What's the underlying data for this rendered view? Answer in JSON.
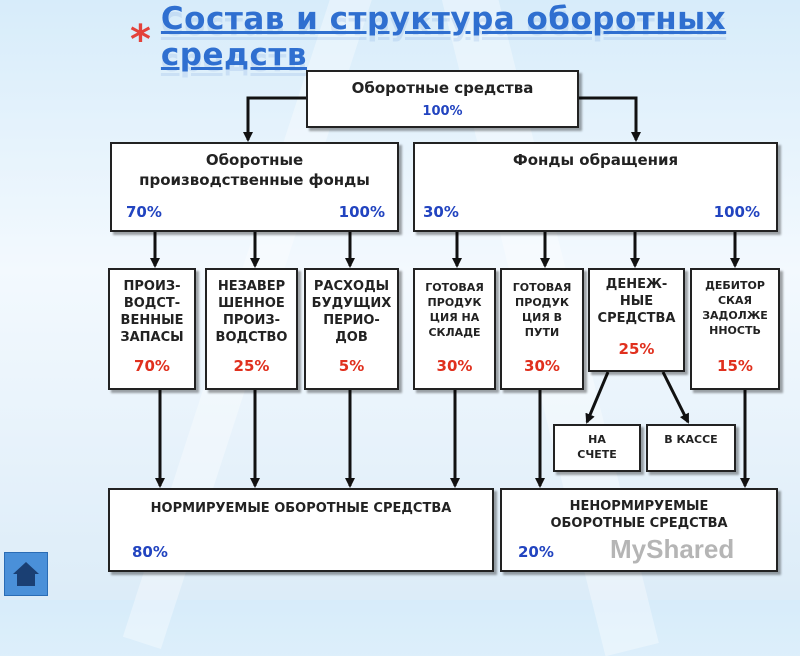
{
  "slide": {
    "title": "Состав и структура оборотных средств",
    "title_marker": "*"
  },
  "colors": {
    "title": "#2f6fd0",
    "percent_blue": "#2244c0",
    "percent_red": "#e0301e",
    "marker": "#e3423a"
  },
  "nodes": {
    "root": {
      "label": "Оборотные средства",
      "percent": "100%"
    },
    "production_funds": {
      "label_line1": "Оборотные",
      "label_line2": "производственные фонды",
      "share": "70%",
      "percent": "100%"
    },
    "circulation_funds": {
      "label": "Фонды обращения",
      "share": "30%",
      "percent": "100%"
    },
    "inventories": {
      "lines": [
        "ПРОИЗ-",
        "ВОДСТ-",
        "ВЕННЫЕ",
        "ЗАПАСЫ"
      ],
      "percent": "70%"
    },
    "wip": {
      "lines": [
        "НЕЗАВЕР",
        "ШЕННОЕ",
        "ПРОИЗ-",
        "ВОДСТВО"
      ],
      "percent": "25%"
    },
    "deferred": {
      "lines": [
        "РАСХОДЫ",
        "БУДУЩИХ",
        "ПЕРИО-",
        "ДОВ"
      ],
      "percent": "5%"
    },
    "goods_warehouse": {
      "lines": [
        "ГОТОВАЯ",
        "ПРОДУК",
        "ЦИЯ НА",
        "СКЛАДЕ"
      ],
      "percent": "30%"
    },
    "goods_transit": {
      "lines": [
        "ГОТОВАЯ",
        "ПРОДУК",
        "ЦИЯ В",
        "ПУТИ"
      ],
      "percent": "30%"
    },
    "cash": {
      "lines": [
        "ДЕНЕЖ-",
        "НЫЕ",
        "СРЕДСТВА"
      ],
      "percent": "25%"
    },
    "receivables": {
      "lines": [
        "ДЕБИТОР",
        "СКАЯ",
        "ЗАДОЛЖЕ",
        "ННОСТЬ"
      ],
      "percent": "15%"
    },
    "on_account": {
      "lines": [
        "НА",
        "СЧЕТЕ"
      ]
    },
    "in_cashbox": {
      "label": "В КАССЕ"
    },
    "normalized": {
      "label": "НОРМИРУЕМЫЕ ОБОРОТНЫЕ СРЕДСТВА",
      "percent": "80%"
    },
    "non_normalized": {
      "label_line1": "НЕНОРМИРУЕМЫЕ",
      "label_line2": "ОБОРОТНЫЕ СРЕДСТВА",
      "percent": "20%"
    }
  },
  "watermark": "MyShared",
  "nav_icon": "home-icon"
}
